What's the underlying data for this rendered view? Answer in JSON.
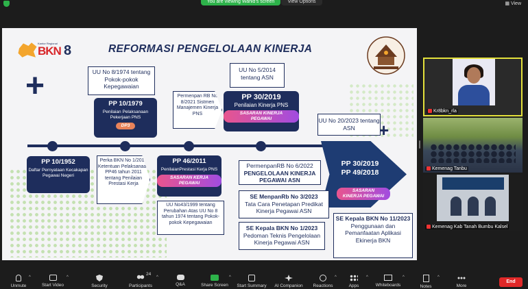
{
  "topbar": {
    "viewing_text": "You are viewing Wahid's screen",
    "view_options": "View Options",
    "view_label": "View"
  },
  "slide": {
    "logo_text": "BKN",
    "logo_number": "8",
    "logo_small": "Kantor Regional",
    "title": "REFORMASI PENGELOLAAN KINERJA",
    "boxes": {
      "uu8_1974": "UU No 8/1974 tentang Pokok-pokok Kepegawaian",
      "pp10_1979_title": "PP 10/1979",
      "pp10_1979_sub": "Penilaian Pelaksanaan Pekerjaan PNS",
      "pp10_1979_pill": "DP3",
      "permenpan_8_2021": "Permenpan RB No 8/2021 Sistmen Manajemen Kinerja PNS",
      "uu5_2014": "UU No 5/2014 tentang ASN",
      "pp30_2019_title": "PP 30/2019",
      "pp30_2019_sub": "Penilaian Kinerja PNS",
      "pp30_2019_pill": "SASARAN KINERJA PEGAWAI",
      "uu20_2023": "UU No 20/2023 tentang ASN",
      "pp10_1952_title": "PP 10/1952",
      "pp10_1952_sub": "Daftar Pernyataan Kecakapan Pegawai Negeri",
      "perka_bkn": "Perka BKN No 1/2013 Ketentuan Pelaksanaan PP46 tahun 2011 tentang Penilaian Prestasi Kerja",
      "pp46_2011_title": "PP 46/2011",
      "pp46_2011_sub": "PenilaianPrestasi Kerja PNS",
      "pp46_2011_pill": "SASARAN KERJA PEGAWAI",
      "uu43_1999": "UU No43/1999 tentang Perubahan Atas UU No 8 tahun 1974 tentang Pokok-pokok Kepegawaian",
      "permenpan_6_2022_a": "PermenpanRB No 6/2022",
      "permenpan_6_2022_b": "PENGELOLAAN KINERJA PEGAWAI ASN",
      "se_menpan_3_2023_a": "SE MenpanRb No 3/2023",
      "se_menpan_3_2023_b": "Tata Cara Penetapan Predikat Kinerja Pegawai ASN",
      "se_bkn_1_2023_a": "SE Kepala BKN No 1/2023",
      "se_bkn_1_2023_b": "Pedoman Teknis Pengelolaan Kinerja Pegawai ASN",
      "arrow_line1": "PP 30/2019",
      "arrow_line2": "PP 49/2018",
      "arrow_pill": "SASARAN KINERJA PEGAWAI",
      "se_bkn_11_2023_a": "SE Kepala BKN No 11/2023",
      "se_bkn_11_2023_b": "Penggunaan dan Pemanfaatan Aplikasi Ekinerja BKN"
    }
  },
  "participants": [
    {
      "name": "Kr8bkn_rla"
    },
    {
      "name": "Kemenag Tanbu"
    },
    {
      "name": "Kemenag Kab Tanah Bumbu Kalsel"
    }
  ],
  "toolbar": {
    "unmute": "Unmute",
    "start_video": "Start Video",
    "security": "Security",
    "participants": "Participants",
    "participants_count": "24",
    "qa": "Q&A",
    "share_screen": "Share Screen",
    "start_summary": "Start Summary",
    "ai_companion": "AI Companion",
    "reactions": "Reactions",
    "apps": "Apps",
    "whiteboards": "Whiteboards",
    "notes": "Notes",
    "more": "More",
    "end": "End"
  },
  "colors": {
    "navy": "#1e2d5c",
    "zoom_green": "#2db24a",
    "end_red": "#e02828",
    "active_speaker": "#e4e13b"
  }
}
